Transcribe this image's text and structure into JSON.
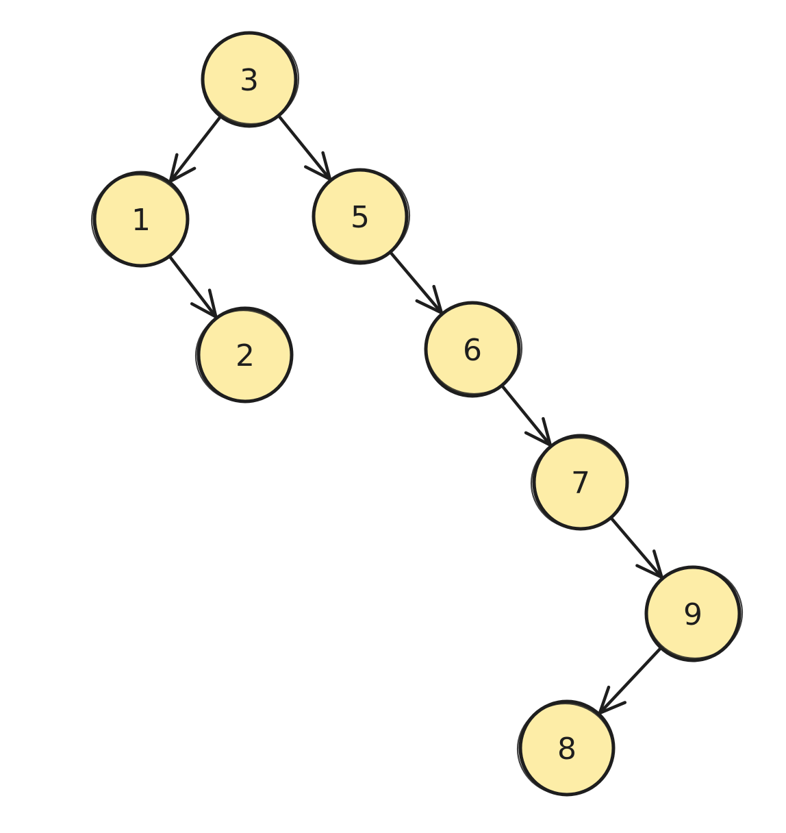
{
  "theme": {
    "node_fill": "#fdeda7",
    "stroke": "#1e1e1e",
    "background": "#ffffff"
  },
  "tree": {
    "nodes": [
      {
        "id": "n3",
        "label": "3"
      },
      {
        "id": "n1",
        "label": "1"
      },
      {
        "id": "n5",
        "label": "5"
      },
      {
        "id": "n2",
        "label": "2"
      },
      {
        "id": "n6",
        "label": "6"
      },
      {
        "id": "n7",
        "label": "7"
      },
      {
        "id": "n9",
        "label": "9"
      },
      {
        "id": "n8",
        "label": "8"
      }
    ],
    "edges": [
      {
        "from": "n3",
        "to": "n1"
      },
      {
        "from": "n3",
        "to": "n5"
      },
      {
        "from": "n1",
        "to": "n2"
      },
      {
        "from": "n5",
        "to": "n6"
      },
      {
        "from": "n6",
        "to": "n7"
      },
      {
        "from": "n7",
        "to": "n9"
      },
      {
        "from": "n9",
        "to": "n8"
      }
    ]
  }
}
